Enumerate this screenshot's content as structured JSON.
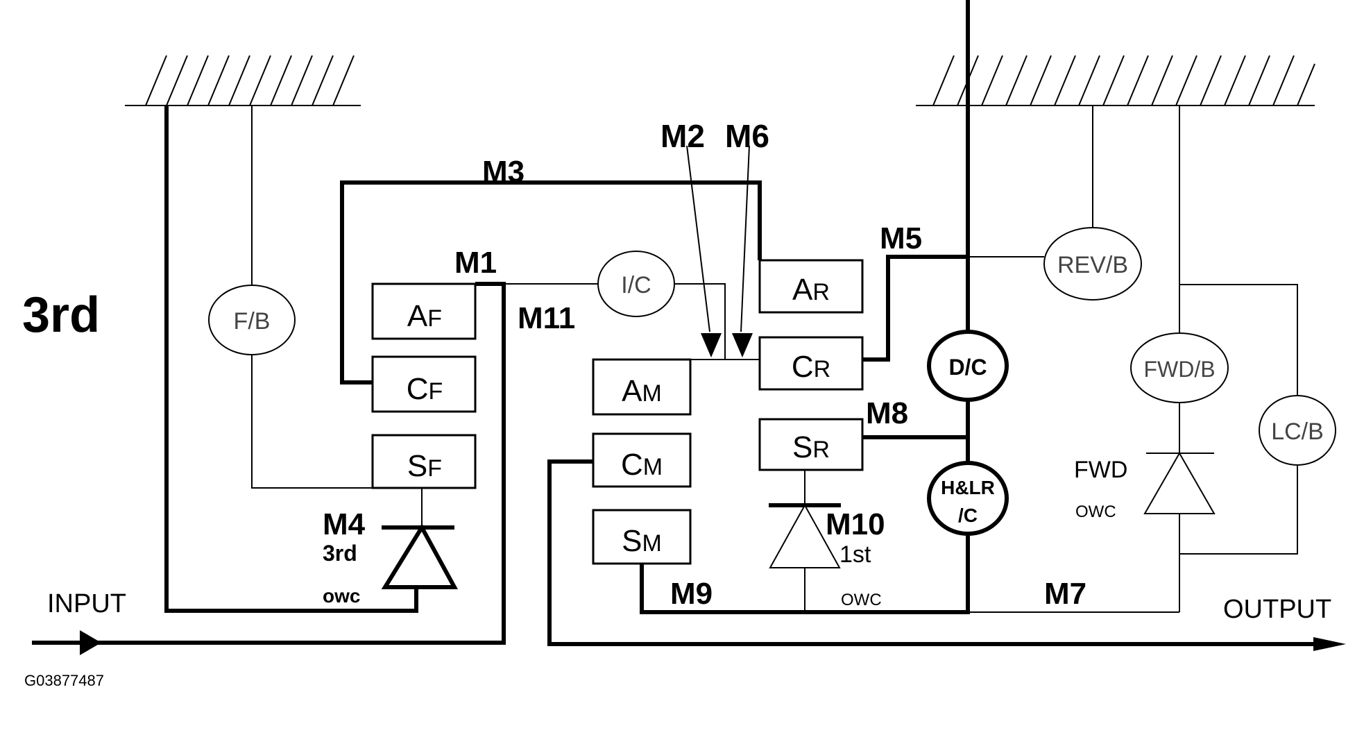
{
  "diagram": {
    "gear_title": "3rd",
    "figure_id": "G03877487",
    "input_label": "INPUT",
    "output_label": "OUTPUT",
    "members": {
      "m1": "M1",
      "m2": "M2",
      "m3": "M3",
      "m4": "M4",
      "m5": "M5",
      "m6": "M6",
      "m7": "M7",
      "m8": "M8",
      "m9": "M9",
      "m10": "M10",
      "m11": "M11"
    },
    "front_planetary": {
      "annulus": {
        "main": "A",
        "sub": "F"
      },
      "carrier": {
        "main": "C",
        "sub": "F"
      },
      "sun": {
        "main": "S",
        "sub": "F"
      }
    },
    "mid_planetary": {
      "annulus": {
        "main": "A",
        "sub": "M"
      },
      "carrier": {
        "main": "C",
        "sub": "M"
      },
      "sun": {
        "main": "S",
        "sub": "M"
      }
    },
    "rear_planetary": {
      "annulus": {
        "main": "A",
        "sub": "R"
      },
      "carrier": {
        "main": "C",
        "sub": "R"
      },
      "sun": {
        "main": "S",
        "sub": "R"
      }
    },
    "elements": {
      "fb": "F/B",
      "ic": "I/C",
      "revb": "REV/B",
      "dc": "D/C",
      "hlrc_line1": "H&LR",
      "hlrc_line2": "/C",
      "fwdb": "FWD/B",
      "lcb": "LC/B"
    },
    "owc": {
      "third_label": "3rd",
      "third_owc": "owc",
      "first_label": "1st",
      "first_owc": "OWC",
      "fwd_label": "FWD",
      "fwd_owc": "OWC"
    }
  }
}
